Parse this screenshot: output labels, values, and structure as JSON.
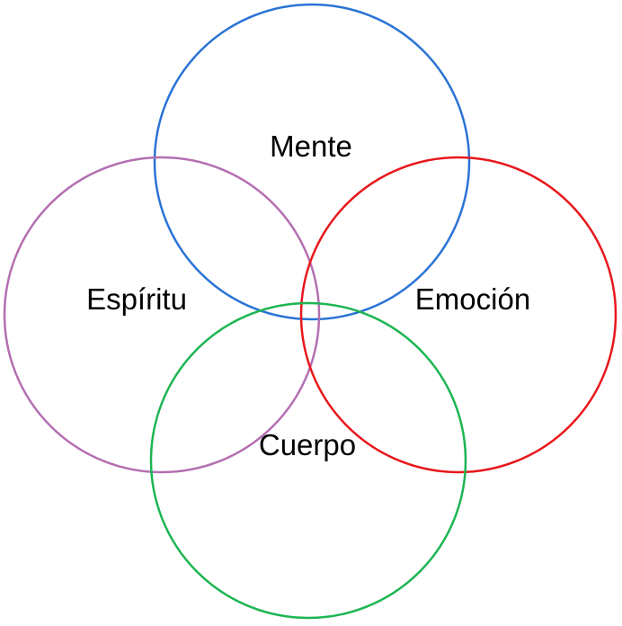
{
  "diagram": {
    "circles": [
      {
        "id": "mente",
        "label": "Mente",
        "color": "#2a73d6"
      },
      {
        "id": "espiritu",
        "label": "Espíritu",
        "color": "#b46fb2"
      },
      {
        "id": "emocion",
        "label": "Emoción",
        "color": "#e8171c"
      },
      {
        "id": "cuerpo",
        "label": "Cuerpo",
        "color": "#1db552"
      }
    ]
  }
}
